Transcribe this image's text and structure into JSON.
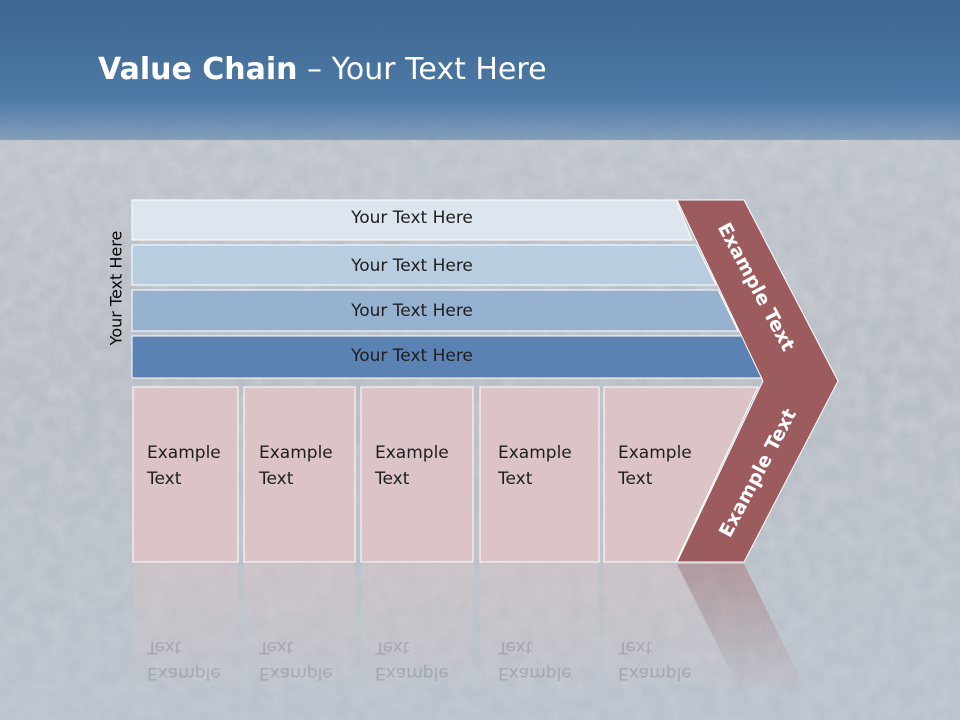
{
  "title": {
    "bold": "Value Chain",
    "rest": " – Your Text Here"
  },
  "side_label": "Your Text Here",
  "bands": [
    {
      "label": "Your Text Here",
      "color": "#dde6ef"
    },
    {
      "label": "Your Text Here",
      "color": "#b9cde0"
    },
    {
      "label": "Your Text Here",
      "color": "#96b2d0"
    },
    {
      "label": "Your Text Here",
      "color": "#5a82b2"
    }
  ],
  "cells": [
    {
      "line1": "Example",
      "line2": "Text"
    },
    {
      "line1": "Example",
      "line2": "Text"
    },
    {
      "line1": "Example",
      "line2": "Text"
    },
    {
      "line1": "Example",
      "line2": "Text"
    },
    {
      "line1": "Example",
      "line2": "Text"
    }
  ],
  "chevron": {
    "top_label": "Example Text",
    "bottom_label": "Example Text",
    "color": "#9c5c5e"
  },
  "colors": {
    "cell": "#dcc3c5",
    "title_bar": "#4a76a3"
  }
}
